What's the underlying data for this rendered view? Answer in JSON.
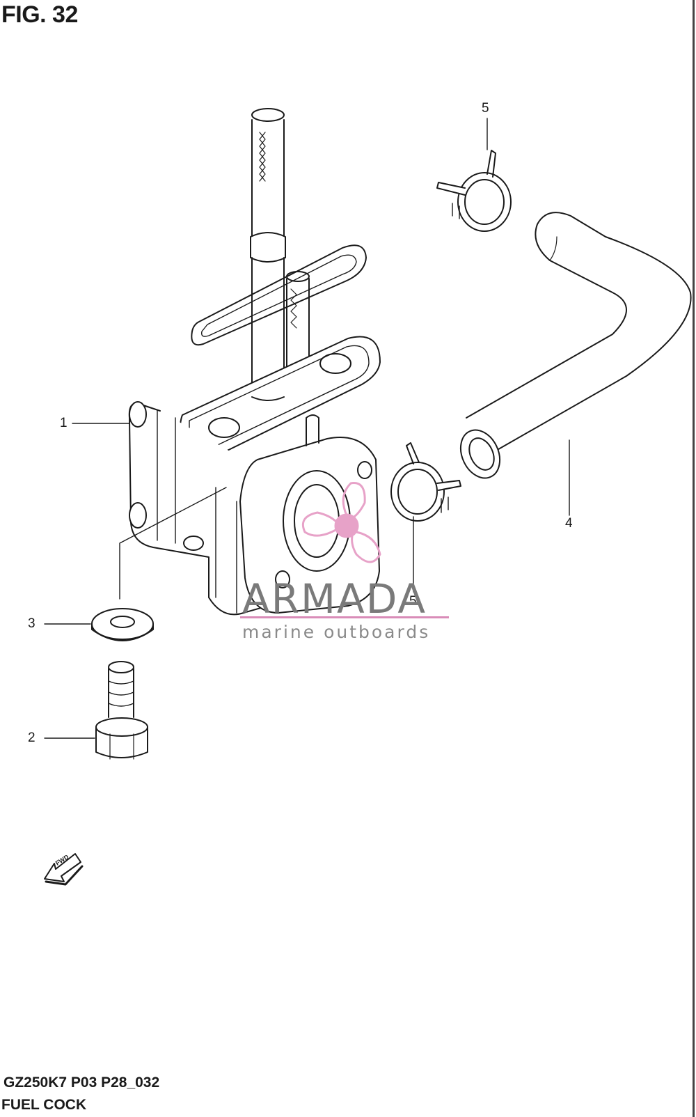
{
  "figure": {
    "title": "FIG. 32"
  },
  "callouts": {
    "c1": "1",
    "c2": "2",
    "c3": "3",
    "c4": "4",
    "c5_top": "5",
    "c5_mid": "5"
  },
  "fwd_label": "FWD",
  "footer": {
    "code": "GZ250K7 P03 P28_032",
    "caption": "FUEL COCK"
  },
  "watermark": {
    "name": "ARMADA",
    "tagline": "marine outboards",
    "accent_color": "#e7a2c8"
  },
  "colors": {
    "line": "#1a1a1a",
    "background": "#ffffff"
  }
}
